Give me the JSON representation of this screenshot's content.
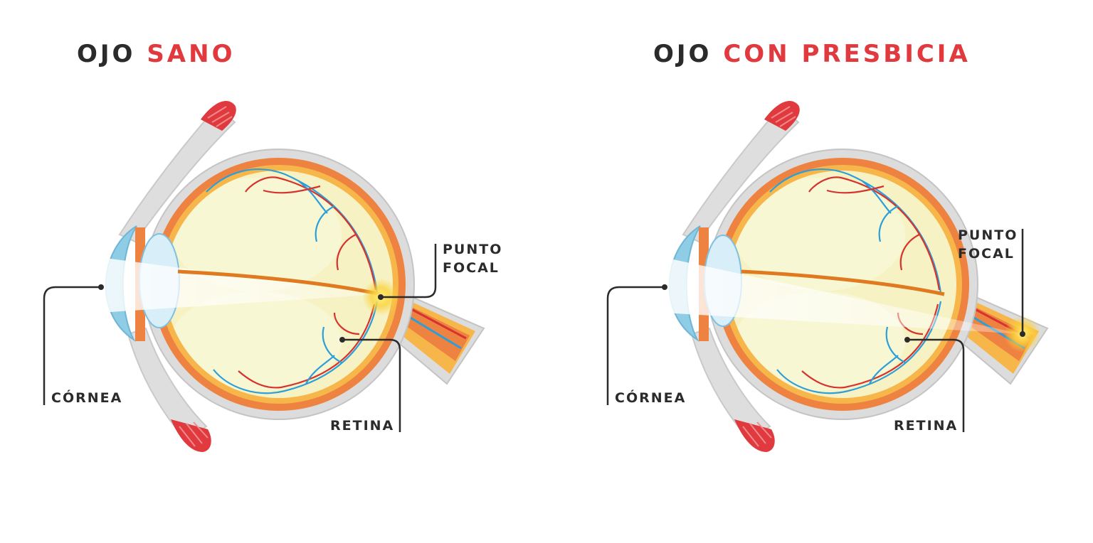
{
  "left": {
    "title_word1": "OJO",
    "title_word2": "SANO",
    "label_cornea": "CÓRNEA",
    "label_retina": "RETINA",
    "label_focal_1": "PUNTO",
    "label_focal_2": "FOCAL"
  },
  "right": {
    "title_word1": "OJO",
    "title_word2": "CON PRESBICIA",
    "label_cornea": "CÓRNEA",
    "label_retina": "RETINA",
    "label_focal_1": "PUNTO",
    "label_focal_2": "FOCAL"
  },
  "colors": {
    "title_dark": "#2b2b2b",
    "title_accent": "#e0393e",
    "muscle": "#e0393e",
    "sclera": "#dcdcdc",
    "choroid": "#ee8240",
    "retina_layer": "#f7b64a",
    "vitreous": "#f6f2c4",
    "cornea": "#8fcde6",
    "lens": "#d8eef8",
    "vein": "#2d9fd8",
    "artery": "#d6332f",
    "optic_axis": "#e07a20",
    "focal_glow": "#fbd23c"
  }
}
